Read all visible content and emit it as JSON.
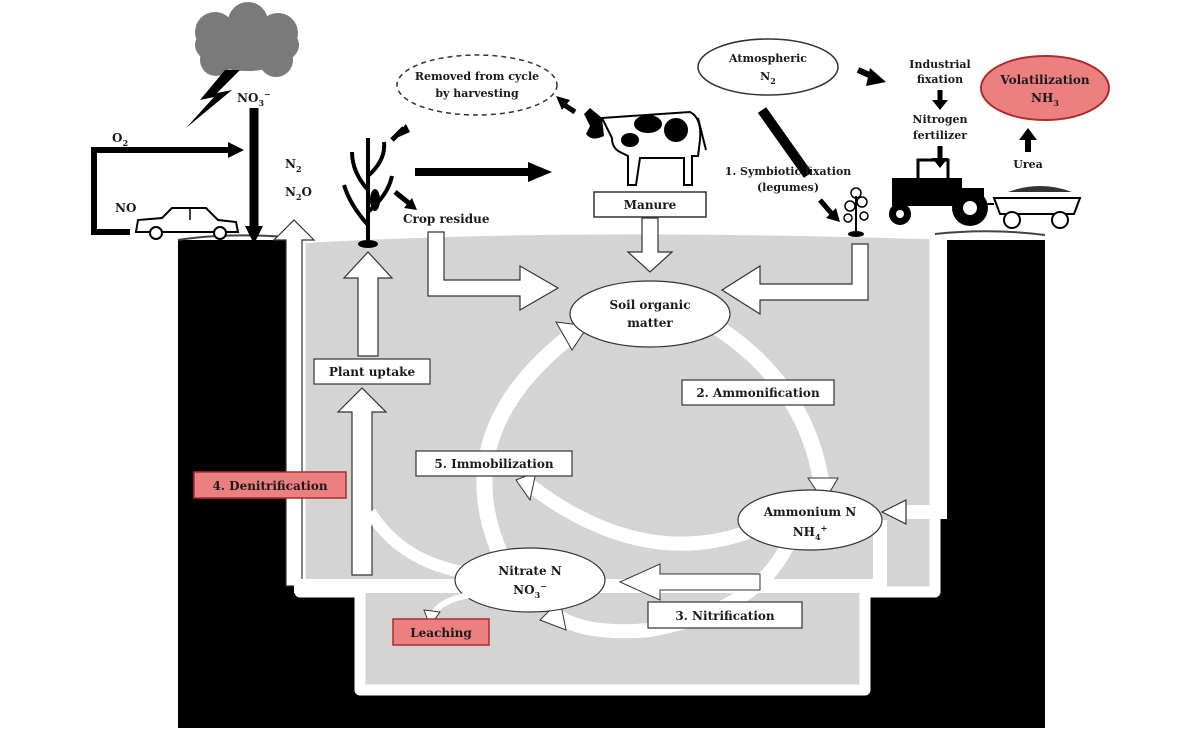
{
  "colors": {
    "background": "#ffffff",
    "ground": "#000000",
    "soil": "#d4d4d4",
    "highlight_fill": "#ec8080",
    "highlight_border": "#b22a2a"
  },
  "sky": {
    "cloud_label": "NO",
    "cloud_label_sub": "3",
    "cloud_label_sup": "−",
    "o2_label": "O",
    "o2_label_sub": "2",
    "no_label": "NO",
    "n2_label": "N",
    "n2_label_sub": "2",
    "n2o_label": "N",
    "n2o_label_sub": "2",
    "n2o_label_end": "O"
  },
  "nodes": {
    "removed_harvesting_line1": "Removed from cycle",
    "removed_harvesting_line2": "by harvesting",
    "atmospheric_line1": "Atmospheric",
    "atmospheric_line2": "N",
    "atmospheric_line2_sub": "2",
    "industrial_line1": "Industrial",
    "industrial_line2": "fixation",
    "fertilizer_line1": "Nitrogen",
    "fertilizer_line2": "fertilizer",
    "volatilization_line1": "Volatilization",
    "volatilization_line2": "NH",
    "volatilization_line2_sub": "3",
    "urea": "Urea",
    "symbiotic_line1": "1. Symbiotic fixation",
    "symbiotic_line2": "(legumes)",
    "crop_residue": "Crop residue",
    "manure": "Manure",
    "soil_organic_line1": "Soil organic",
    "soil_organic_line2": "matter",
    "plant_uptake": "Plant uptake",
    "ammonification": "2. Ammonification",
    "immobilization": "5. Immobilization",
    "denitrification": "4. Denitrification",
    "ammonium_line1": "Ammonium N",
    "ammonium_line2": "NH",
    "ammonium_line2_sub": "4",
    "ammonium_line2_sup": "+",
    "nitrate_line1": "Nitrate N",
    "nitrate_line2": "NO",
    "nitrate_line2_sub": "3",
    "nitrate_line2_sup": "−",
    "nitrification": "3. Nitrification",
    "leaching": "Leaching"
  }
}
